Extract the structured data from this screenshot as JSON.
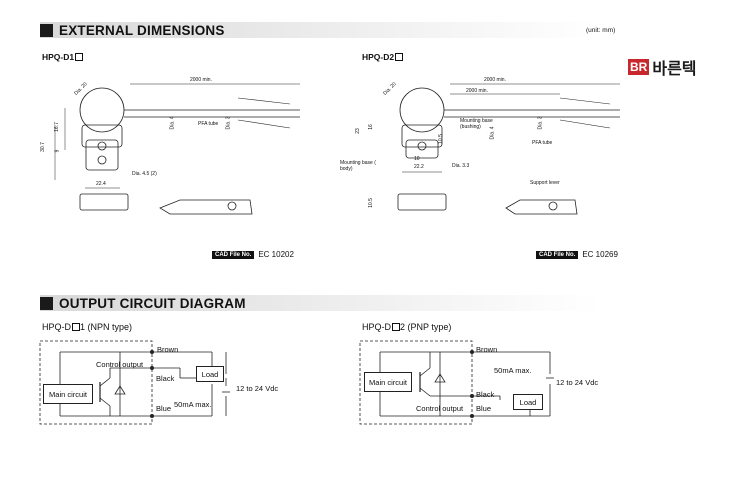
{
  "sections": {
    "dimensions_title": "EXTERNAL DIMENSIONS",
    "circuit_title": "OUTPUT CIRCUIT DIAGRAM"
  },
  "unit_note": "(unit: mm)",
  "logo": {
    "mark": "BR",
    "text": "바른텍",
    "color": "#c8282d"
  },
  "models": {
    "left_model": "HPQ-D1",
    "right_model": "HPQ-D2"
  },
  "left_drawing": {
    "cable_length": "2000 min.",
    "dia_20": "Dia. 20",
    "dia_4": "Dia. 4",
    "dia_3": "Dia. 3",
    "pfa_tube": "PFA tube",
    "h_30_7": "30.7",
    "h_16_7": "16.7",
    "h_9": "9",
    "w_22_4": "22.4",
    "dia_4_5": "Dia. 4.5 (2)"
  },
  "right_drawing": {
    "cable_length_1": "2000 min.",
    "cable_length_2": "2000 min.",
    "dia_20": "Dia. 20",
    "mounting_base_bushing": "Mounting base (bushing)",
    "dia_4": "Dia. 4",
    "dia_3": "Dia. 3",
    "pfa_tube": "PFA tube",
    "h_23": "23",
    "h_16": "16",
    "w_10": "10",
    "w_22_2": "22.2",
    "h_10_5a": "10.5",
    "mounting_base_body": "Mounting base ( body)",
    "dia_3_3": "Dia. 3.3",
    "h_10_5b": "10.5",
    "support_lever": "Support lever"
  },
  "cad": [
    {
      "tag": "CAD File No.",
      "value": "EC 10202"
    },
    {
      "tag": "CAD File No.",
      "value": "EC 10269"
    }
  ],
  "circuits": {
    "npn": {
      "title_prefix": "HPQ-D",
      "title_suffix": "1 (NPN type)",
      "brown": "Brown",
      "control_output": "Control output",
      "black": "Black",
      "blue": "Blue",
      "main_circuit": "Main circuit",
      "load": "Load",
      "voltage": "12 to 24 Vdc",
      "current": "50mA max."
    },
    "pnp": {
      "title_prefix": "HPQ-D",
      "title_suffix": "2 (PNP type)",
      "brown": "Brown",
      "control_output": "Control output",
      "black": "Black",
      "blue": "Blue",
      "main_circuit": "Main circuit",
      "load": "Load",
      "voltage": "12 to 24 Vdc",
      "current": "50mA max."
    }
  }
}
